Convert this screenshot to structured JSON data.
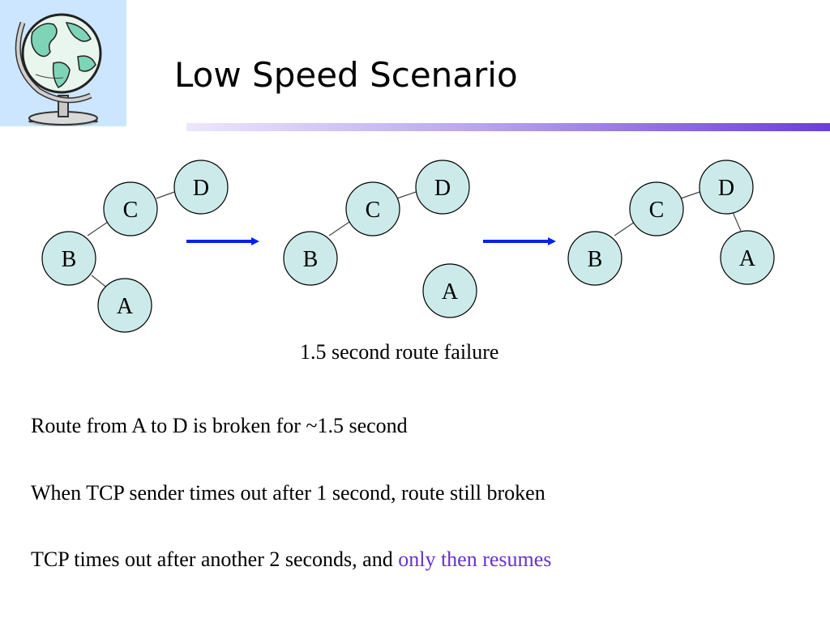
{
  "title": "Low Speed Scenario",
  "caption": "1.5 second route failure",
  "bullets": {
    "b1": "Route from A to D is broken for ~1.5 second",
    "b2": "When TCP sender times out after 1 second, route still broken",
    "b3_main": "TCP times out after another 2 seconds, and ",
    "b3_highlight": "only then resumes"
  },
  "nodes": {
    "d": "D",
    "c": "C",
    "b": "B",
    "a": "A"
  },
  "colors": {
    "node_fill": "#cceaea",
    "arrow": "#0022ee",
    "highlight": "#6633cc",
    "globe_box": "#cce6ff"
  }
}
